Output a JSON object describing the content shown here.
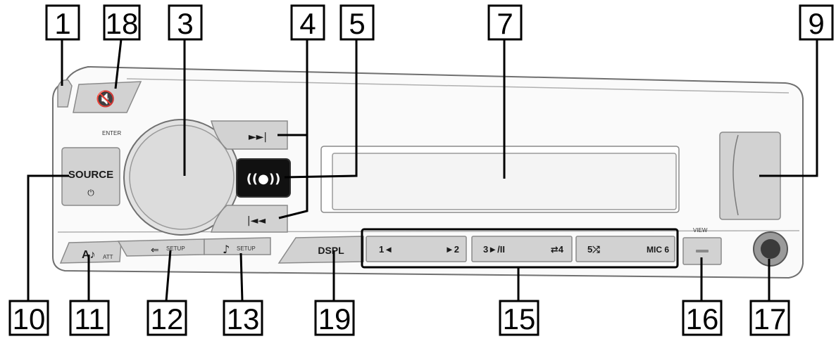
{
  "device": {
    "source_button": {
      "label": "SOURCE",
      "power_symbol": "⏻"
    },
    "enter_label": "ENTER",
    "next_button_symbol": "►►|",
    "prev_button_symbol": "|◄◄",
    "center_button_symbol": "((●))",
    "mute_symbol": "🔇",
    "att_label": "A♪",
    "att_small": "ATT",
    "dsp_label": "DSPL",
    "view_label": "VIEW",
    "setup_small": "SETUP",
    "preset_buttons": [
      {
        "left": "1◄",
        "right": "►2"
      },
      {
        "left": "3►/II",
        "right": "⇄4"
      },
      {
        "left": "5⤮",
        "right": "MIC 6"
      }
    ]
  },
  "callouts": [
    {
      "id": "c1",
      "number": "1"
    },
    {
      "id": "c18",
      "number": "18"
    },
    {
      "id": "c3",
      "number": "3"
    },
    {
      "id": "c4",
      "number": "4"
    },
    {
      "id": "c5",
      "number": "5"
    },
    {
      "id": "c7",
      "number": "7"
    },
    {
      "id": "c9",
      "number": "9"
    },
    {
      "id": "c10",
      "number": "10"
    },
    {
      "id": "c11",
      "number": "11"
    },
    {
      "id": "c12",
      "number": "12"
    },
    {
      "id": "c13",
      "number": "13"
    },
    {
      "id": "c19",
      "number": "19"
    },
    {
      "id": "c15",
      "number": "15"
    },
    {
      "id": "c16",
      "number": "16"
    },
    {
      "id": "c17",
      "number": "17"
    }
  ],
  "colors": {
    "line": "#000000",
    "panel": "#fafafa",
    "button": "#d2d2d2",
    "dark_button": "#111111"
  }
}
